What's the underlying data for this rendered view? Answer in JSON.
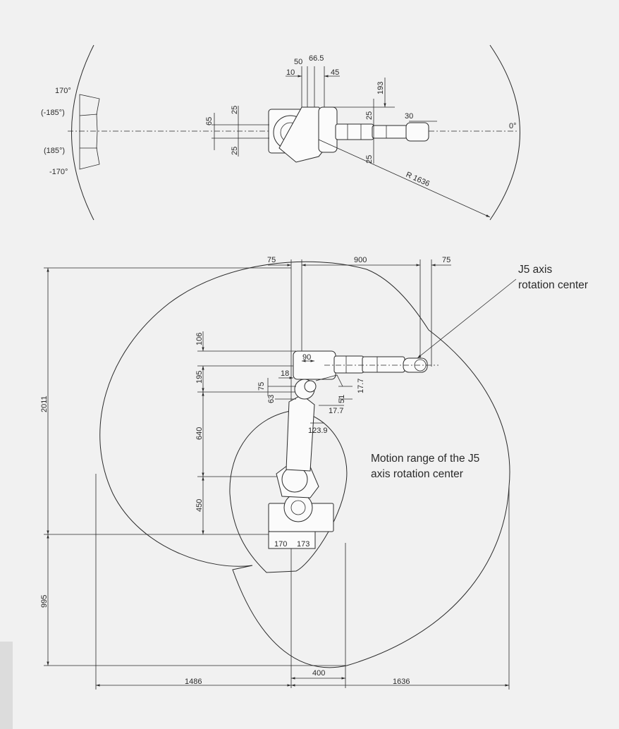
{
  "top_view": {
    "angles": {
      "pos_170": "170°",
      "neg_185": "(-185°)",
      "pos_185": "(185°)",
      "neg_170": "-170°",
      "zero": "0°"
    },
    "dims": {
      "d50": "50",
      "d66_5": "66.5",
      "d10": "10",
      "d45": "45",
      "d193": "193",
      "d65": "65",
      "d25_upper_left": "25",
      "d25_lower_left": "25",
      "d25_upper_right": "25",
      "d25_lower_right": "25",
      "d30": "30",
      "radius": "R 1636"
    }
  },
  "side_view": {
    "top_dims": {
      "d75_left": "75",
      "d900": "900",
      "d75_right": "75"
    },
    "vertical_dims": {
      "d106": "106",
      "d195": "195",
      "d640": "640",
      "d450": "450",
      "d2011": "2011",
      "d995": "995"
    },
    "detail_dims": {
      "d90": "90",
      "d18": "18",
      "d75": "75",
      "d63": "63",
      "d51": "51",
      "d17_7_vertical": "17.7",
      "d17_7_horizontal": "17.7",
      "d123_9": "123.9",
      "d170": "170",
      "d173": "173"
    },
    "bottom_dims": {
      "d1486": "1486",
      "d400": "400",
      "d1636": "1636"
    },
    "annotations": {
      "j5_line1": "J5 axis",
      "j5_line2": "rotation center",
      "motion_line1": "Motion range of the J5",
      "motion_line2": "axis rotation center"
    }
  }
}
